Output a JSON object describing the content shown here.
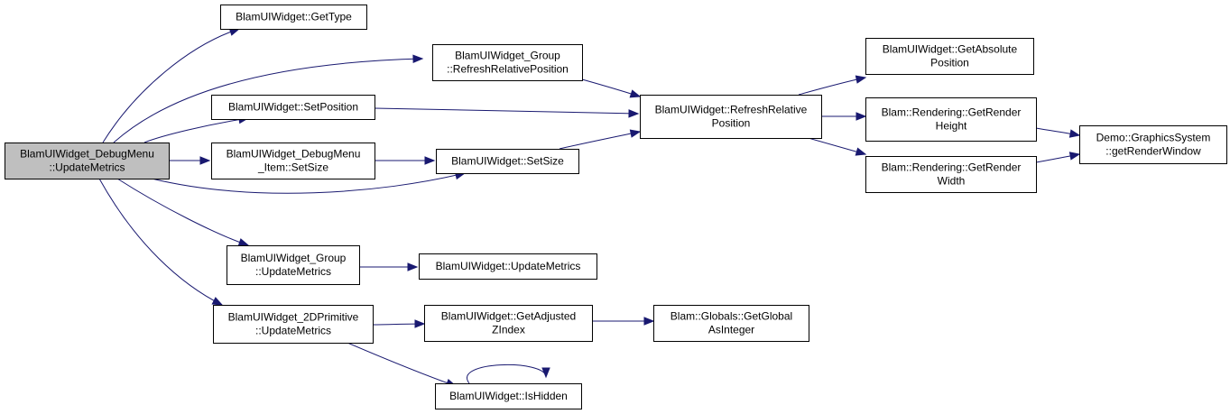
{
  "colors": {
    "edge": "#191970",
    "root_fill": "#bfbfbf",
    "node_fill": "#ffffff",
    "node_border": "#000000"
  },
  "nodes": [
    {
      "id": "root",
      "lines": [
        "BlamUIWidget_DebugMenu",
        "::UpdateMetrics"
      ],
      "root": true
    },
    {
      "id": "gettype",
      "lines": [
        "BlamUIWidget::GetType"
      ]
    },
    {
      "id": "group_refreshrel",
      "lines": [
        "BlamUIWidget_Group",
        "::RefreshRelativePosition"
      ]
    },
    {
      "id": "setposition",
      "lines": [
        "BlamUIWidget::SetPosition"
      ]
    },
    {
      "id": "item_setsize",
      "lines": [
        "BlamUIWidget_DebugMenu",
        "_Item::SetSize"
      ]
    },
    {
      "id": "setsize",
      "lines": [
        "BlamUIWidget::SetSize"
      ]
    },
    {
      "id": "refreshrel",
      "lines": [
        "BlamUIWidget::RefreshRelative",
        "Position"
      ]
    },
    {
      "id": "getabspos",
      "lines": [
        "BlamUIWidget::GetAbsolute",
        "Position"
      ]
    },
    {
      "id": "getrenderheight",
      "lines": [
        "Blam::Rendering::GetRender",
        "Height"
      ]
    },
    {
      "id": "getrenderwidth",
      "lines": [
        "Blam::Rendering::GetRender",
        "Width"
      ]
    },
    {
      "id": "getrenderwindow",
      "lines": [
        "Demo::GraphicsSystem",
        "::getRenderWindow"
      ]
    },
    {
      "id": "group_updatemetrics",
      "lines": [
        "BlamUIWidget_Group",
        "::UpdateMetrics"
      ]
    },
    {
      "id": "updatemetrics",
      "lines": [
        "BlamUIWidget::UpdateMetrics"
      ]
    },
    {
      "id": "prim_updatemetrics",
      "lines": [
        "BlamUIWidget_2DPrimitive",
        "::UpdateMetrics"
      ]
    },
    {
      "id": "getadjz",
      "lines": [
        "BlamUIWidget::GetAdjusted",
        "ZIndex"
      ]
    },
    {
      "id": "getglobal",
      "lines": [
        "Blam::Globals::GetGlobal",
        "AsInteger"
      ]
    },
    {
      "id": "ishidden",
      "lines": [
        "BlamUIWidget::IsHidden"
      ]
    }
  ],
  "edges": [
    {
      "from": "root",
      "to": "gettype"
    },
    {
      "from": "root",
      "to": "group_refreshrel"
    },
    {
      "from": "root",
      "to": "setposition"
    },
    {
      "from": "root",
      "to": "item_setsize"
    },
    {
      "from": "root",
      "to": "setsize"
    },
    {
      "from": "root",
      "to": "group_updatemetrics"
    },
    {
      "from": "root",
      "to": "prim_updatemetrics"
    },
    {
      "from": "group_refreshrel",
      "to": "refreshrel"
    },
    {
      "from": "setposition",
      "to": "refreshrel"
    },
    {
      "from": "item_setsize",
      "to": "setsize"
    },
    {
      "from": "setsize",
      "to": "refreshrel"
    },
    {
      "from": "refreshrel",
      "to": "getabspos"
    },
    {
      "from": "refreshrel",
      "to": "getrenderheight"
    },
    {
      "from": "refreshrel",
      "to": "getrenderwidth"
    },
    {
      "from": "getrenderheight",
      "to": "getrenderwindow"
    },
    {
      "from": "getrenderwidth",
      "to": "getrenderwindow"
    },
    {
      "from": "group_updatemetrics",
      "to": "updatemetrics"
    },
    {
      "from": "prim_updatemetrics",
      "to": "getadjz"
    },
    {
      "from": "prim_updatemetrics",
      "to": "ishidden"
    },
    {
      "from": "getadjz",
      "to": "getglobal"
    },
    {
      "from": "ishidden",
      "to": "ishidden"
    }
  ]
}
